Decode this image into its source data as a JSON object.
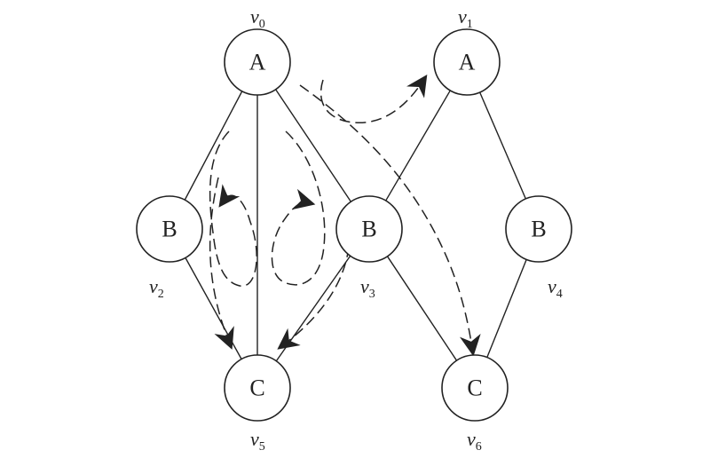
{
  "nodes": {
    "v0": {
      "label": "A",
      "vertex": "v",
      "index": "0"
    },
    "v1": {
      "label": "A",
      "vertex": "v",
      "index": "1"
    },
    "v2": {
      "label": "B",
      "vertex": "v",
      "index": "2"
    },
    "v3": {
      "label": "B",
      "vertex": "v",
      "index": "3"
    },
    "v4": {
      "label": "B",
      "vertex": "v",
      "index": "4"
    },
    "v5": {
      "label": "C",
      "vertex": "v",
      "index": "5"
    },
    "v6": {
      "label": "C",
      "vertex": "v",
      "index": "6"
    }
  },
  "edges": [
    [
      "v0",
      "v2"
    ],
    [
      "v0",
      "v5"
    ],
    [
      "v0",
      "v3"
    ],
    [
      "v2",
      "v5"
    ],
    [
      "v3",
      "v5"
    ],
    [
      "v1",
      "v3"
    ],
    [
      "v1",
      "v4"
    ],
    [
      "v3",
      "v6"
    ],
    [
      "v4",
      "v6"
    ]
  ],
  "colors": {
    "stroke": "#222222",
    "background": "#ffffff"
  }
}
